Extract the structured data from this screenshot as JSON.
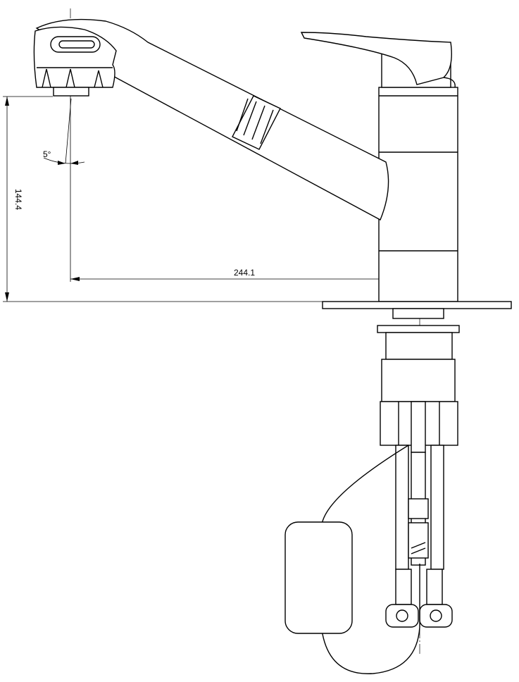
{
  "drawing": {
    "dimensions": {
      "height_label": "144.4",
      "reach_label": "244.1",
      "angle_label": "5°"
    },
    "colors": {
      "line": "#000000",
      "background": "#ffffff"
    }
  }
}
